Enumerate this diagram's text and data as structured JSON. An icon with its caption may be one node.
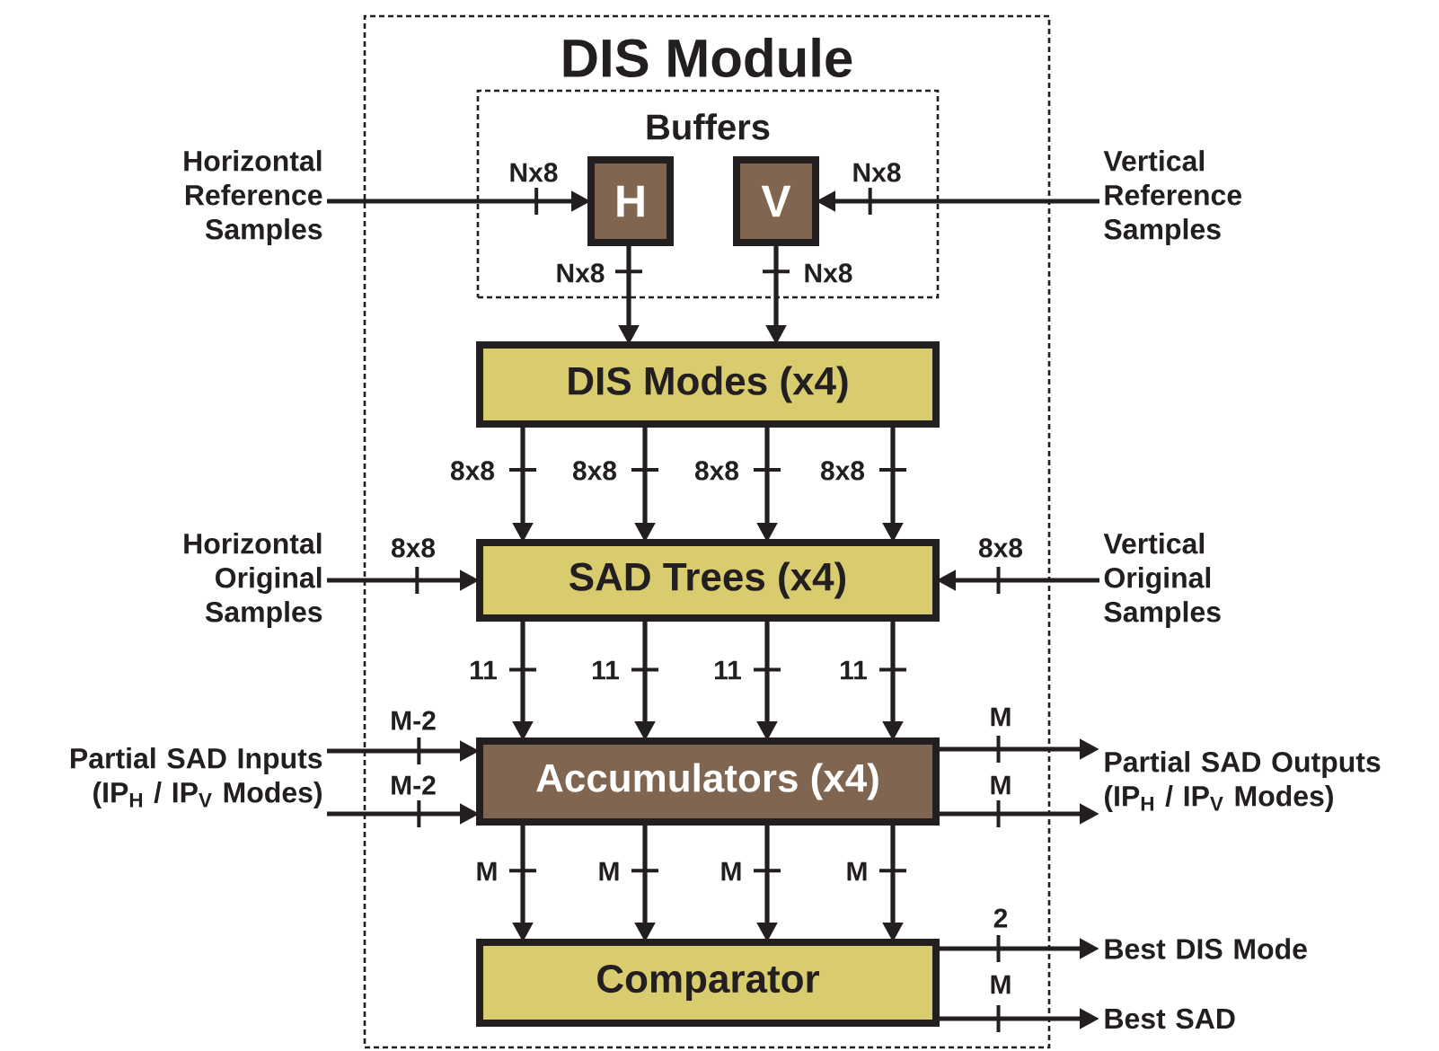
{
  "diagram": {
    "nodes": [
      {
        "text": [
          "DIS Module"
        ]
      },
      {
        "text": [
          "Buffers"
        ],
        "in": 0
      },
      {
        "text": [
          "H"
        ],
        "in": 1
      },
      {
        "text": [
          "V"
        ],
        "in": 1
      },
      {
        "text": [
          "DIS Modes (x4)"
        ],
        "in": 0
      },
      {
        "text": [
          "SAD Trees (x4)"
        ],
        "in": 0
      },
      {
        "text": [
          "Accumulators (x4)"
        ],
        "in": 0
      },
      {
        "text": [
          "Comparator"
        ],
        "in": 0
      },
      {
        "text": [
          "Horizontal Reference Samples"
        ]
      },
      {
        "text": [
          "Vertical Reference Samples"
        ]
      },
      {
        "text": [
          "Horizontal Original Samples"
        ]
      },
      {
        "text": [
          "Vertical Original Samples"
        ]
      },
      {
        "text": [
          "Partial SAD Inputs (IP$_{H}$ / IP$_{V}$ Modes)"
        ]
      },
      {
        "text": [
          "Partial SAD Outputs (IP$_{H}$ / IP$_{V}$ Modes)"
        ]
      },
      {
        "text": [
          "Best DIS Mode"
        ]
      },
      {
        "text": [
          "Best SAD"
        ]
      }
    ],
    "edges": [
      {
        "from": 8,
        "to": 2,
        "arrow": "to",
        "label": "Nx8"
      },
      {
        "from": 9,
        "to": 3,
        "arrow": "to",
        "label": "Nx8"
      },
      {
        "from": 2,
        "to": 4,
        "arrow": "to",
        "label": "Nx8"
      },
      {
        "from": 3,
        "to": 4,
        "arrow": "to",
        "label": "Nx8"
      },
      {
        "from": 4,
        "to": 5,
        "arrow": "to",
        "label": "8x8"
      },
      {
        "from": 4,
        "to": 5,
        "arrow": "to",
        "label": "8x8"
      },
      {
        "from": 4,
        "to": 5,
        "arrow": "to",
        "label": "8x8"
      },
      {
        "from": 4,
        "to": 5,
        "arrow": "to",
        "label": "8x8"
      },
      {
        "from": 10,
        "to": 5,
        "arrow": "to",
        "label": "8x8"
      },
      {
        "from": 11,
        "to": 5,
        "arrow": "to",
        "label": "8x8"
      },
      {
        "from": 5,
        "to": 6,
        "arrow": "to",
        "label": "11"
      },
      {
        "from": 5,
        "to": 6,
        "arrow": "to",
        "label": "11"
      },
      {
        "from": 5,
        "to": 6,
        "arrow": "to",
        "label": "11"
      },
      {
        "from": 5,
        "to": 6,
        "arrow": "to",
        "label": "11"
      },
      {
        "from": 12,
        "to": 6,
        "arrow": "to",
        "label": "M-2"
      },
      {
        "from": 12,
        "to": 6,
        "arrow": "to",
        "label": "M-2"
      },
      {
        "from": 6,
        "to": 7,
        "arrow": "to",
        "label": "M"
      },
      {
        "from": 6,
        "to": 7,
        "arrow": "to",
        "label": "M"
      },
      {
        "from": 6,
        "to": 7,
        "arrow": "to",
        "label": "M"
      },
      {
        "from": 6,
        "to": 7,
        "arrow": "to",
        "label": "M"
      },
      {
        "from": 6,
        "to": 13,
        "arrow": "to",
        "label": "M"
      },
      {
        "from": 6,
        "to": 13,
        "arrow": "to",
        "label": "M"
      },
      {
        "from": 7,
        "to": 14,
        "arrow": "to",
        "label": "2"
      },
      {
        "from": 7,
        "to": 15,
        "arrow": "to",
        "label": "M"
      }
    ]
  }
}
